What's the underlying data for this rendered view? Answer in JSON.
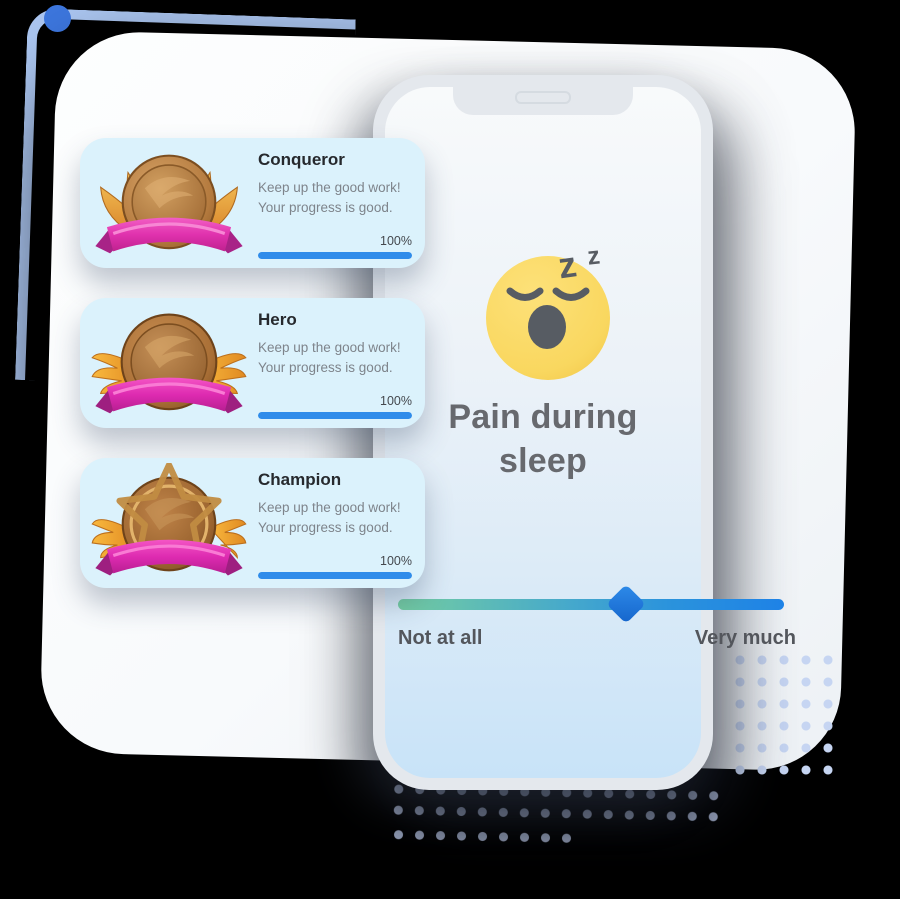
{
  "page": {
    "background": "#000000"
  },
  "decor": {
    "corner_line_color": "#ACC7F2",
    "corner_dot_color": "#3D77DF",
    "dot_grid_bottom_color": "#A6B2CE",
    "dot_grid_right_color": "#C6D5F2"
  },
  "colors": {
    "card_background": "#DBF2FC",
    "progress_bar": "#2F8CEA",
    "slider_gradient_start": "#74CDA2",
    "slider_gradient_end": "#1E82E6",
    "slider_handle": "#1F74DB",
    "emoji_yellow": "#F9D75F",
    "title_gray": "#67696E"
  },
  "badges": {
    "cards": [
      {
        "title": "Conqueror",
        "line1": "Keep up the good work!",
        "line2": "Your progress is good.",
        "percent": "100%",
        "progress": 100,
        "medal": "bronze-medal-laurel-wings-pink-ribbon"
      },
      {
        "title": "Hero",
        "line1": "Keep up the good work!",
        "line2": "Your progress is good.",
        "percent": "100%",
        "progress": 100,
        "medal": "bronze-medal-side-wings-magenta-ribbon"
      },
      {
        "title": "Champion",
        "line1": "Keep up the good work!",
        "line2": "Your progress is good.",
        "percent": "100%",
        "progress": 100,
        "medal": "bronze-medal-star-wings-magenta-ribbon"
      }
    ]
  },
  "phone": {
    "question_title": "Pain during sleep",
    "emoji": "sleepy-face-zzz",
    "slider": {
      "left_label": "Not at all",
      "right_label": "Very much",
      "value_percent": 59
    }
  }
}
